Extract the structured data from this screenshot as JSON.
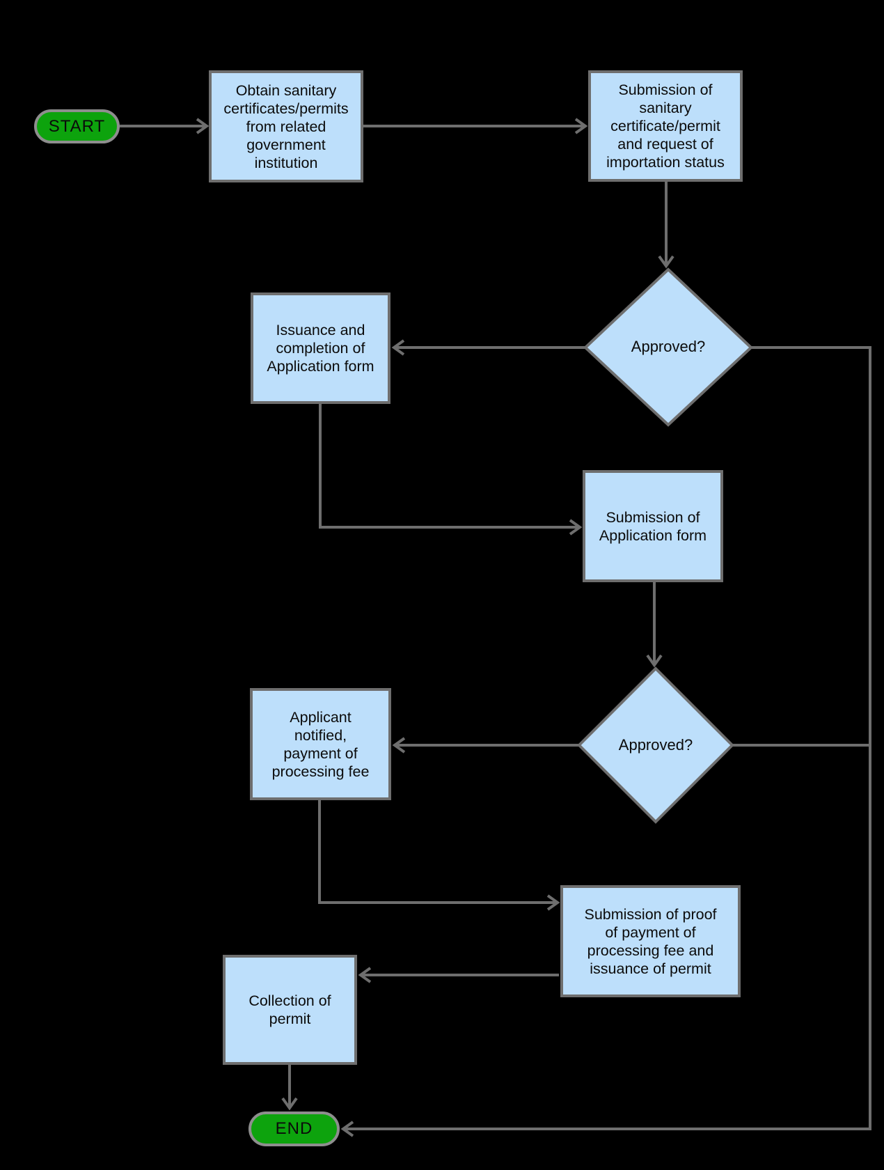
{
  "diagram": {
    "kind": "flowchart",
    "background_color": "#000000",
    "colors": {
      "process_fill": "#BDDFFB",
      "decision_fill": "#BDDFFB",
      "terminator_fill": "#0DA30D",
      "shape_border": "#6E6E6E",
      "terminator_border": "#8E8E8E",
      "connector": "#6E6E6E",
      "text": "#0B0B0B"
    },
    "nodes": {
      "start": {
        "shape": "terminator",
        "label": "START"
      },
      "obtain_certificates": {
        "shape": "process",
        "label": "Obtain sanitary\ncertificates/permits\nfrom related\ngovernment\ninstitution"
      },
      "submission_certificate": {
        "shape": "process",
        "label": "Submission of\nsanitary\ncertificate/permit\nand request of\nimportation status"
      },
      "approved_1": {
        "shape": "decision",
        "label": "Approved?"
      },
      "issuance_form": {
        "shape": "process",
        "label": "Issuance  and\ncompletion of\nApplication form"
      },
      "submission_application": {
        "shape": "process",
        "label": "Submission of\nApplication form"
      },
      "approved_2": {
        "shape": "decision",
        "label": "Approved?"
      },
      "applicant_notified": {
        "shape": "process",
        "label": "Applicant\nnotified,\npayment of\nprocessing fee"
      },
      "submission_proof": {
        "shape": "process",
        "label": "Submission of proof\nof payment of\nprocessing fee and\nissuance of permit"
      },
      "collection_permit": {
        "shape": "process",
        "label": "Collection of\npermit"
      },
      "end": {
        "shape": "terminator",
        "label": "END"
      }
    },
    "edges": [
      {
        "from": "start",
        "to": "obtain_certificates"
      },
      {
        "from": "obtain_certificates",
        "to": "submission_certificate"
      },
      {
        "from": "submission_certificate",
        "to": "approved_1"
      },
      {
        "from": "approved_1",
        "to": "issuance_form"
      },
      {
        "from": "issuance_form",
        "to": "submission_application"
      },
      {
        "from": "submission_application",
        "to": "approved_2"
      },
      {
        "from": "approved_2",
        "to": "applicant_notified"
      },
      {
        "from": "applicant_notified",
        "to": "submission_proof"
      },
      {
        "from": "submission_proof",
        "to": "collection_permit"
      },
      {
        "from": "collection_permit",
        "to": "end"
      },
      {
        "from": "approved_1",
        "to": "end"
      },
      {
        "from": "approved_2",
        "to": "end"
      }
    ]
  }
}
